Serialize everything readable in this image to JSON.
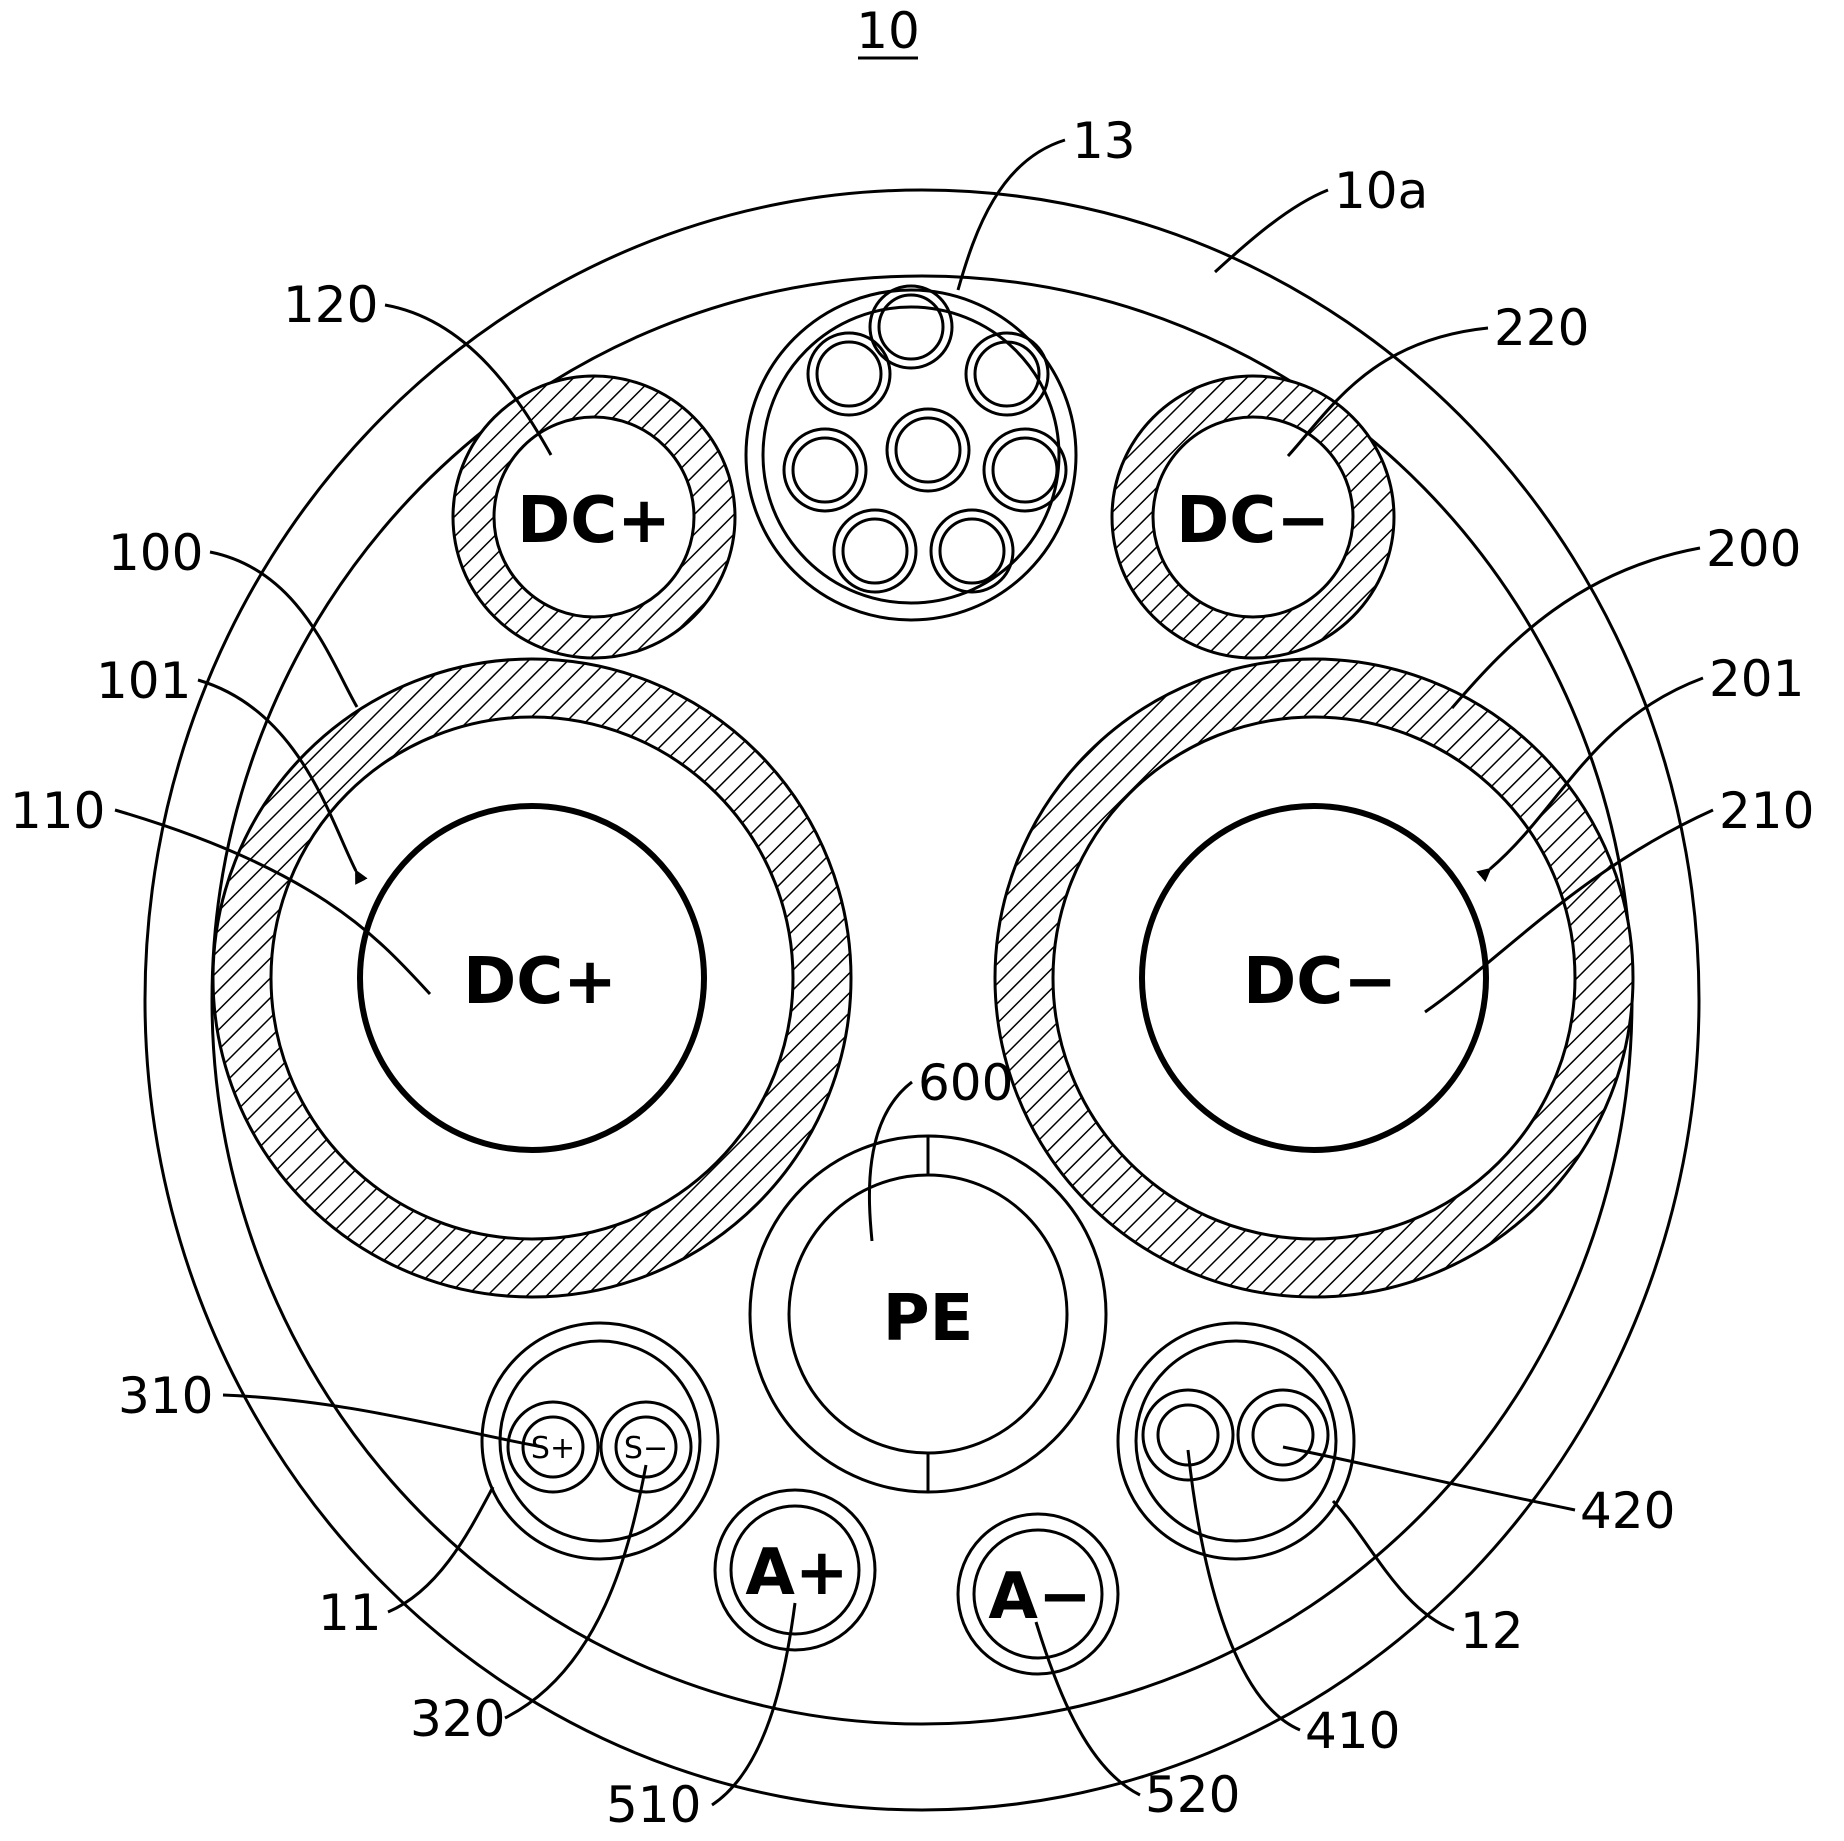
{
  "figure_number": "10",
  "labels": {
    "c13": "13",
    "c10a": "10a",
    "c120": "120",
    "c220": "220",
    "c100": "100",
    "c200": "200",
    "c101": "101",
    "c201": "201",
    "c110": "110",
    "c210": "210",
    "c600": "600",
    "c310": "310",
    "c320": "320",
    "c11": "11",
    "c12": "12",
    "c410": "410",
    "c420": "420",
    "c510": "510",
    "c520": "520"
  },
  "conductors": {
    "dc_plus_small": "DC+",
    "dc_minus_small": "DC−",
    "dc_plus_main": "DC+",
    "dc_minus_main": "DC−",
    "pe": "PE",
    "s_plus": "S+",
    "s_minus": "S−",
    "a_plus": "A+",
    "a_minus": "A−"
  }
}
